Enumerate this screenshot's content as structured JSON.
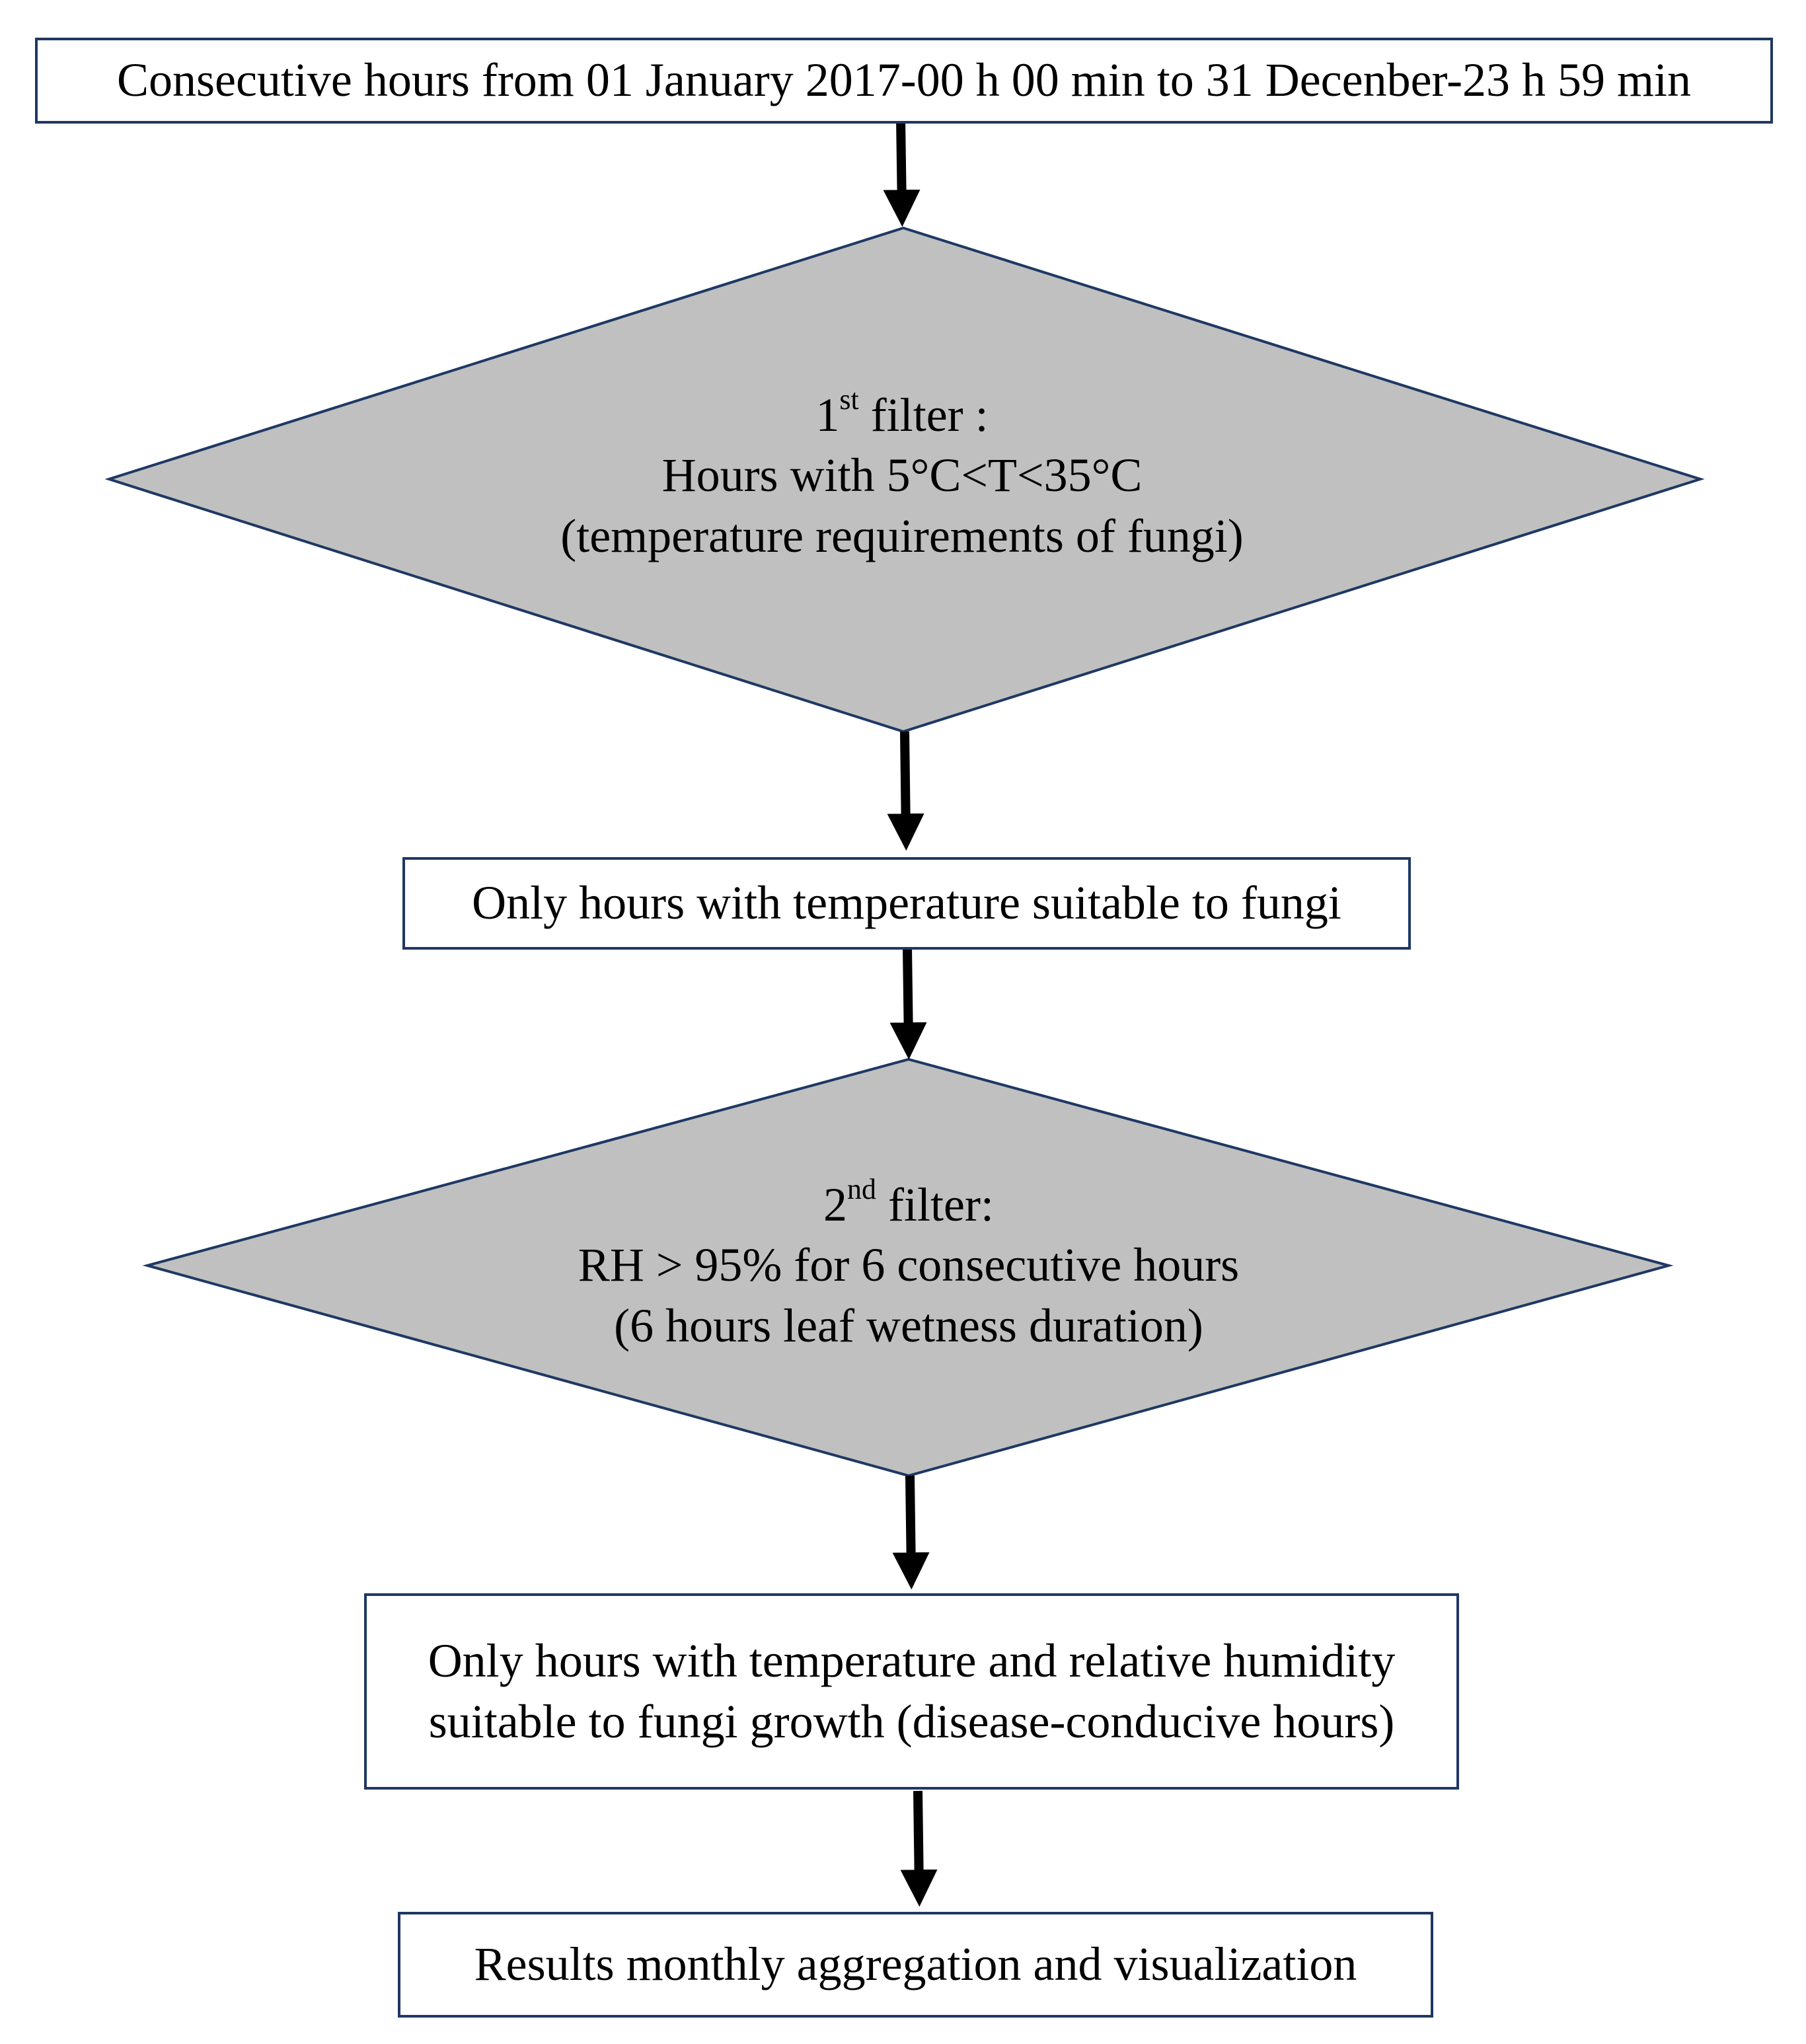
{
  "nodes": {
    "start": {
      "text": "Consecutive hours from 01 January 2017-00 h 00 min to 31 Decenber-23 h 59 min"
    },
    "filter1": {
      "ordinal_number": "1",
      "ordinal_suffix": "st",
      "title_rest": " filter :",
      "line2": "Hours with 5°C<T<35°C",
      "line3": "(temperature requirements of fungi)"
    },
    "step1": {
      "text": "Only hours with temperature suitable to fungi"
    },
    "filter2": {
      "ordinal_number": "2",
      "ordinal_suffix": "nd",
      "title_rest": " filter:",
      "line2": "RH > 95% for 6 consecutive hours",
      "line3": "(6 hours leaf wetness duration)"
    },
    "step2": {
      "line1": "Only hours with temperature and relative humidity",
      "line2": "suitable to fungi growth (disease-conducive hours)"
    },
    "end": {
      "text": "Results monthly aggregation and visualization"
    }
  },
  "colors": {
    "box_border": "#1f3864",
    "diamond_fill": "#c0c0c0",
    "arrow": "#000000"
  }
}
